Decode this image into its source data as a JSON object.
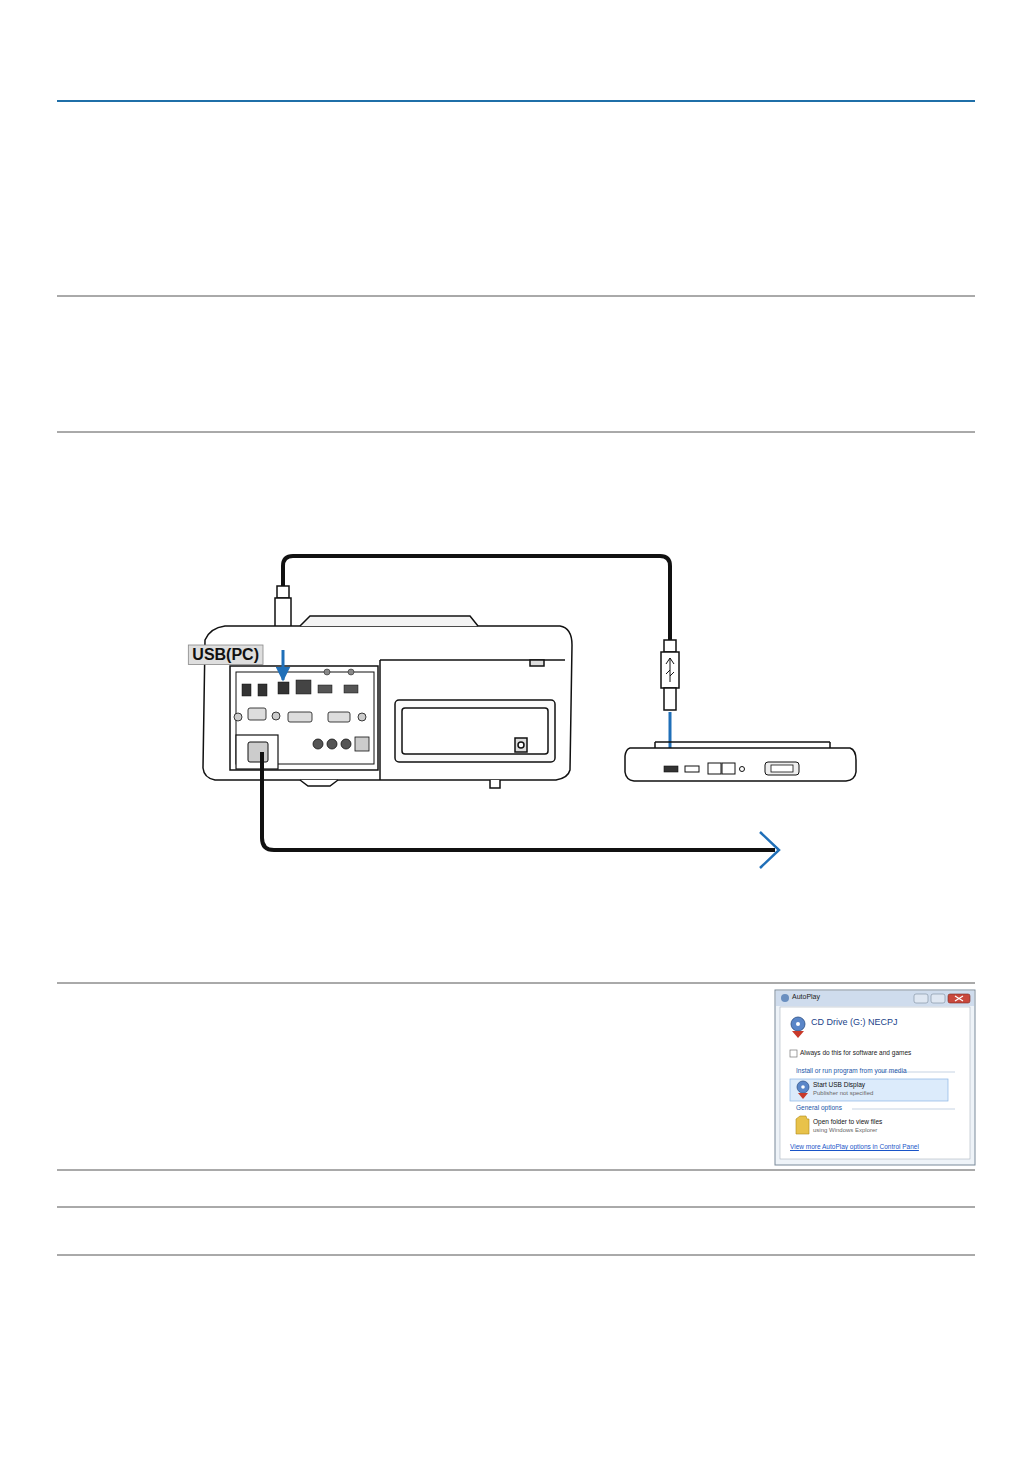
{
  "diagram": {
    "labels": [
      "USB(PC)",
      "AutoPlay",
      "CD Drive (G:) NECPJ",
      "Always do this for software and games",
      "Install or run program from your media",
      "Start USB Display",
      "Publisher not specified",
      "General options",
      "Open folder to view files",
      "using Windows Explorer",
      "View more AutoPlay options in Control Panel"
    ]
  }
}
